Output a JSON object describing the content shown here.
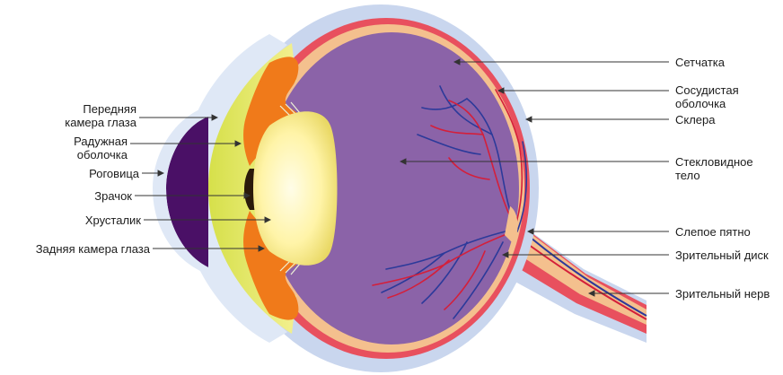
{
  "labels": {
    "anterior_chamber": "Передняя\nкамера глаза",
    "iris": "Радужная\nоболочка",
    "cornea": "Роговица",
    "pupil": "Зрачок",
    "lens": "Хрусталик",
    "posterior_chamber": "Задняя камера глаза",
    "retina": "Сетчатка",
    "choroid": "Сосудистая\nоболочка",
    "sclera": "Склера",
    "vitreous": "Стекловидное\nтело",
    "blind_spot": "Слепое пятно",
    "optic_disc": "Зрительный диск",
    "optic_nerve": "Зрительный нерв"
  },
  "colors": {
    "sclera": "#c9d6ee",
    "choroid": "#e8505e",
    "retina": "#f4c08e",
    "vitreous": "#8b63a8",
    "cornea": "#4a1066",
    "anterior": "#e0e85a",
    "iris": "#f07a1a",
    "lens": "#fff7b8",
    "artery": "#d41f3a",
    "vein": "#2c3a9a"
  }
}
